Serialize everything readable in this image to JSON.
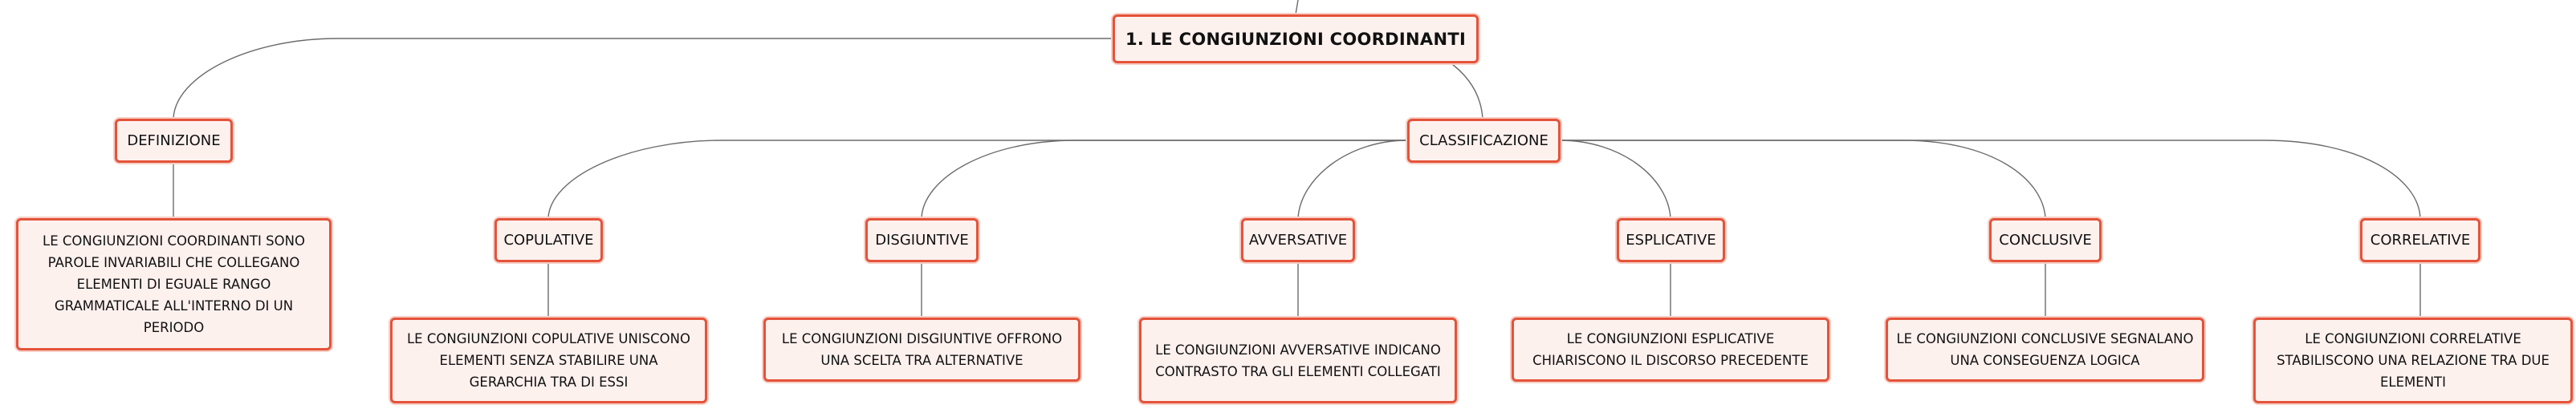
{
  "diagram": {
    "root": {
      "label": "1. LE CONGIUNZIONI COORDINANTI"
    },
    "definizione": {
      "label": "DEFINIZIONE",
      "text": "LE CONGIUNZIONI COORDINANTI SONO PAROLE INVARIABILI CHE COLLEGANO ELEMENTI DI EGUALE RANGO GRAMMATICALE ALL'INTERNO DI UN PERIODO"
    },
    "classificazione": {
      "label": "CLASSIFICAZIONE",
      "types": [
        {
          "label": "COPULATIVE",
          "text": "LE CONGIUNZIONI COPULATIVE UNISCONO ELEMENTI SENZA STABILIRE UNA GERARCHIA TRA DI ESSI"
        },
        {
          "label": "DISGIUNTIVE",
          "text": "LE CONGIUNZIONI DISGIUNTIVE OFFRONO UNA SCELTA TRA ALTERNATIVE"
        },
        {
          "label": "AVVERSATIVE",
          "text": "LE CONGIUNZIONI AVVERSATIVE INDICANO CONTRASTO TRA GLI ELEMENTI COLLEGATI"
        },
        {
          "label": "ESPLICATIVE",
          "text": "LE CONGIUNZIONI ESPLICATIVE CHIARISCONO IL DISCORSO PRECEDENTE"
        },
        {
          "label": "CONCLUSIVE",
          "text": "LE CONGIUNZIONI CONCLUSIVE SEGNALANO UNA CONSEGUENZA LOGICA"
        },
        {
          "label": "CORRELATIVE",
          "text": "LE CONGIUNZIONI CORRELATIVE STABILISCONO UNA RELAZIONE TRA DUE ELEMENTI"
        }
      ]
    },
    "colors": {
      "node_border": "#e4533a",
      "node_fill": "#fdf1ee",
      "connector": "#6b6b6b"
    }
  }
}
